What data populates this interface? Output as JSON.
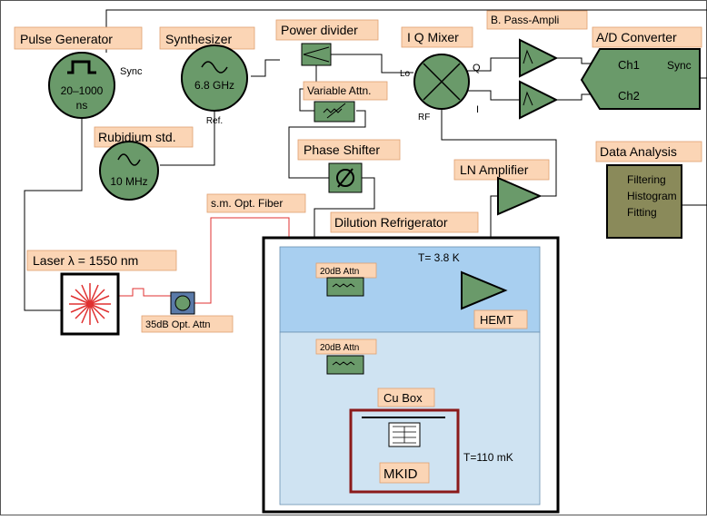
{
  "labels": {
    "pulse_generator": "Pulse Generator",
    "synthesizer": "Synthesizer",
    "power_divider": "Power divider",
    "iq_mixer": "I Q Mixer",
    "bpass_ampli": "B. Pass-Ampli",
    "ad_converter": "A/D Converter",
    "rubidium": "Rubidium std.",
    "variable_attn": "Variable Attn.",
    "phase_shifter": "Phase Shifter",
    "ln_amplifier": "LN Amplifier",
    "data_analysis": "Data Analysis",
    "sm_fiber": "s.m. Opt. Fiber",
    "dilution_fridge": "Dilution Refrigerator",
    "laser": "Laser  λ = 1550 nm",
    "opt_attn": "35dB Opt. Attn",
    "attn_20db_1": "20dB Attn",
    "attn_20db_2": "20dB Attn",
    "hemt": "HEMT",
    "cu_box": "Cu Box",
    "mkid": "MKID",
    "t_38k": "T= 3.8 K",
    "t_110mk": "T=110 mK"
  },
  "devices": {
    "pulse_range": "20–1000",
    "pulse_unit": "ns",
    "synth_freq": "6.8 GHz",
    "rubidium_freq": "10 MHz",
    "sync_pulse": "Sync",
    "ref": "Ref.",
    "mixer_lo": "Lo",
    "mixer_rf": "RF",
    "mixer_q": "Q",
    "mixer_i": "I",
    "adc_ch1": "Ch1",
    "adc_ch2": "Ch2",
    "adc_sync": "Sync"
  },
  "analysis_steps": [
    "Filtering",
    "Histogram",
    "Fitting"
  ],
  "colors": {
    "device_green": "#6a9a6a",
    "label_orange": "#fbd5b5",
    "fridge_upper": "#a8cff0",
    "fridge_lower": "#cfe3f2",
    "cu_box": "#8b1a1a",
    "analysis_box": "#8a8a5a",
    "fiber": "#e03030"
  }
}
